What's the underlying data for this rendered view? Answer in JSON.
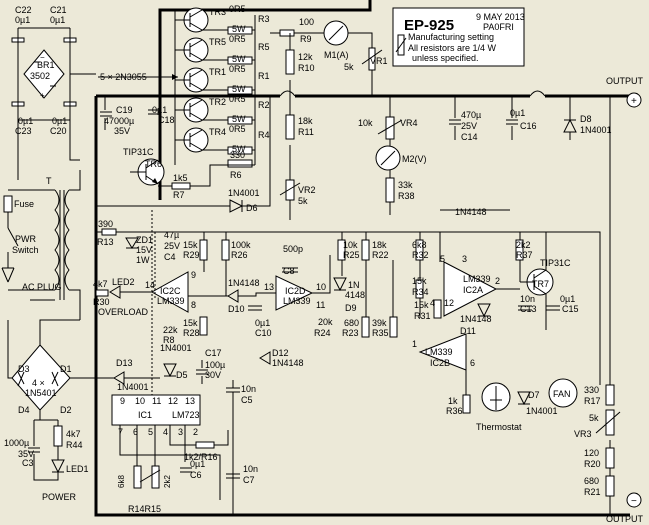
{
  "title_block": {
    "title": "EP-925",
    "date": "9 MAY 2013",
    "author": "PA0FRI",
    "note_1": "Manufacturing setting",
    "note_2": "All resistors are 1/4 W",
    "note_3": "unless specified."
  },
  "terminals": {
    "output_pos": "OUTPUT",
    "output_neg": "OUTPUT"
  },
  "input": {
    "fuse": "Fuse",
    "switch_1": "PWR",
    "switch_2": "Switch",
    "plug": "AC PLUG",
    "transformer": "T",
    "power_led_label": "POWER"
  },
  "bridge_top": {
    "name": "BR1",
    "part": "3502",
    "c22": "C22",
    "c22_val": "0µ1",
    "c21": "C21",
    "c21_val": "0µ1",
    "c23": "C23",
    "c23_val": "0µ1",
    "c20": "C20",
    "c20_val": "0µ1"
  },
  "bridge_bottom": {
    "d1": "D1",
    "d2": "D2",
    "d3": "D3",
    "d4": "D4",
    "part": "4 ×",
    "part2": "1N5401"
  },
  "pass_stage": {
    "label": "5 × 2N3055",
    "transistors": [
      "TR3",
      "TR5",
      "TR1",
      "TR2",
      "TR4"
    ],
    "emitter_resistors": [
      {
        "value": "0R5",
        "rating": "5W",
        "name": "R3"
      },
      {
        "value": "0R5",
        "rating": "5W",
        "name": "R5"
      },
      {
        "value": "0R5",
        "rating": "5W",
        "name": "R1"
      },
      {
        "value": "0R5",
        "rating": "5W",
        "name": "R2"
      },
      {
        "value": "0R5",
        "rating": "5W",
        "name": "R4"
      }
    ],
    "r6": "R6",
    "r6_val": "330",
    "driver": "TIP31C",
    "driver_name": "TR6",
    "r7": "R7",
    "r7_val": "1k5",
    "d6": "D6",
    "d6_part": "1N4001"
  },
  "filter": {
    "c19": "C19",
    "c19_val": "47000µ",
    "c19_v": "35V",
    "c18": "C18",
    "c18_val": "0µ1",
    "c14": "C14",
    "c14_val": "470µ",
    "c14_v": "25V",
    "c16": "C16",
    "c16_val": "0µ1",
    "d8": "D8",
    "d8_part": "1N4001"
  },
  "meters": {
    "m1": "M1(A)",
    "r9": "R9",
    "r9_val": "100",
    "vr1": "VR1",
    "vr1_val": "5k",
    "r10": "R10",
    "r10_val": "12k",
    "r11": "R11",
    "r11_val": "18k",
    "vr2": "VR2",
    "vr2_val": "5k",
    "m2": "M2(V)",
    "vr4": "VR4",
    "vr4_val": "10k",
    "r38": "R38",
    "r38_val": "33k"
  },
  "control": {
    "r13": "R13",
    "r13_val": "390",
    "zd1": "ZD1",
    "zd1_val": "15V",
    "zd1_w": "1W",
    "c4": "C4",
    "c4_val": "47µ",
    "c4_v": "25V",
    "r29": "R29",
    "r29_val": "15k",
    "r26": "R26",
    "r26_val": "100k",
    "r28": "R28",
    "r28_val": "15k",
    "r8": "R8",
    "r8_val": "22k",
    "r30": "R30",
    "r30_val": "4k7",
    "led2": "LED2",
    "overload": "OVERLOAD",
    "ic2c": "IC2C",
    "ic2c_part": "LM339",
    "ic2d": "IC2D",
    "ic2d_part": "LM339",
    "d10": "D10",
    "d10_part": "1N4148",
    "c10": "C10",
    "c10_val": "0µ1",
    "c8": "C8",
    "c8_val": "500p",
    "d9": "D9",
    "d9_part": "1N",
    "d9_part2": "4148",
    "r24": "R24",
    "r24_val": "20k",
    "r25": "R25",
    "r25_val": "10k",
    "r22": "R22",
    "r22_val": "18k",
    "r23": "R23",
    "r23_val": "680",
    "r35": "R35",
    "r35_val": "39k",
    "d12": "D12",
    "d12_part": "1N4148",
    "d5": "D5",
    "d5_part": "1N4001",
    "c17": "C17",
    "c17_val": "100µ",
    "c17_v": "30V",
    "d13": "D13",
    "d13_part": "1N4001",
    "c5": "C5",
    "c5_val": "10n",
    "pins": {
      "p7": "7",
      "p8": "8",
      "p9": "9",
      "p13": "13",
      "p14": "14",
      "p10": "10",
      "p11": "11",
      "p5": "5",
      "p4": "4",
      "p3": "3",
      "p2": "2",
      "p6": "6",
      "p1": "1",
      "p12": "12",
      "p4b": "4",
      "p3b": "3"
    }
  },
  "lm723": {
    "name": "IC1",
    "part": "LM723",
    "top_pins": [
      "9",
      "10",
      "11",
      "12",
      "13"
    ],
    "bottom_pins": [
      "7",
      "6",
      "5",
      "4",
      "3",
      "2"
    ],
    "r16": "1k2/R16",
    "c6": "C6",
    "c6_val": "0µ1",
    "c7": "C7",
    "c7_val": "10n",
    "r14": "6k8",
    "r15": "2k2",
    "r14r15": "R14R15"
  },
  "fan_control": {
    "r32": "R32",
    "r32_val": "6k8",
    "r34": "R34",
    "r34_val": "15k",
    "r31": "R31",
    "r31_val": "15k",
    "ic2a": "IC2A",
    "ic2a_part": "LM339",
    "ic2b": "IC2B",
    "ic2b_part": "LM339",
    "d11": "D11",
    "d11_part": "1N4148",
    "r37": "R37",
    "r37_val": "2k2",
    "tr7": "TR7",
    "tr7_part": "TIP31C",
    "c13": "C13",
    "c13_val": "10n",
    "c15": "C15",
    "c15_val": "0µ1",
    "r36": "R36",
    "r36_val": "1k",
    "thermostat": "Thermostat",
    "d7": "D7",
    "d7_part": "1N4001",
    "fan": "FAN",
    "net_label": "1N4148"
  },
  "output_divider": {
    "r17": "R17",
    "r17_val": "330",
    "vr3": "VR3",
    "vr3_val": "5k",
    "r20": "R20",
    "r20_val": "120",
    "r21": "R21",
    "r21_val": "680"
  },
  "power_led": {
    "r44": "R44",
    "r44_val": "4k7",
    "c3": "C3",
    "c3_val": "1000µ",
    "c3_v": "35V",
    "led1": "LED1"
  }
}
